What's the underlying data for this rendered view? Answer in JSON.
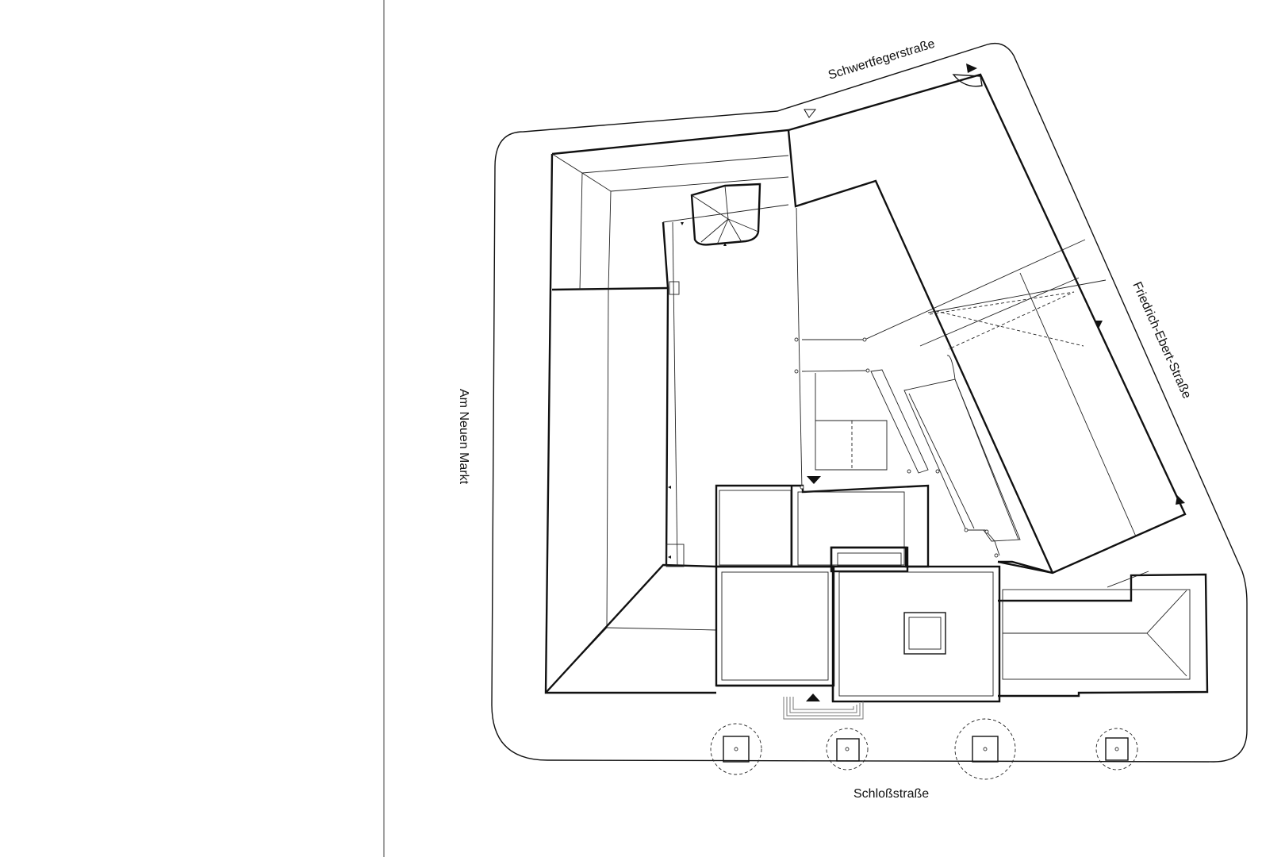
{
  "plan": {
    "streets": {
      "north": "Schwertfegerstraße",
      "east": "Friedrich-Ebert-Straße",
      "south": "Schloßstraße",
      "west": "Am Neuen Markt"
    }
  },
  "colors": {
    "line": "#111111",
    "background": "#ffffff",
    "divider": "#888888"
  },
  "icons": {
    "entrance_marker": "filled-triangle-icon",
    "secondary_marker": "open-triangle-icon",
    "tree": "tree-symbol-icon"
  }
}
